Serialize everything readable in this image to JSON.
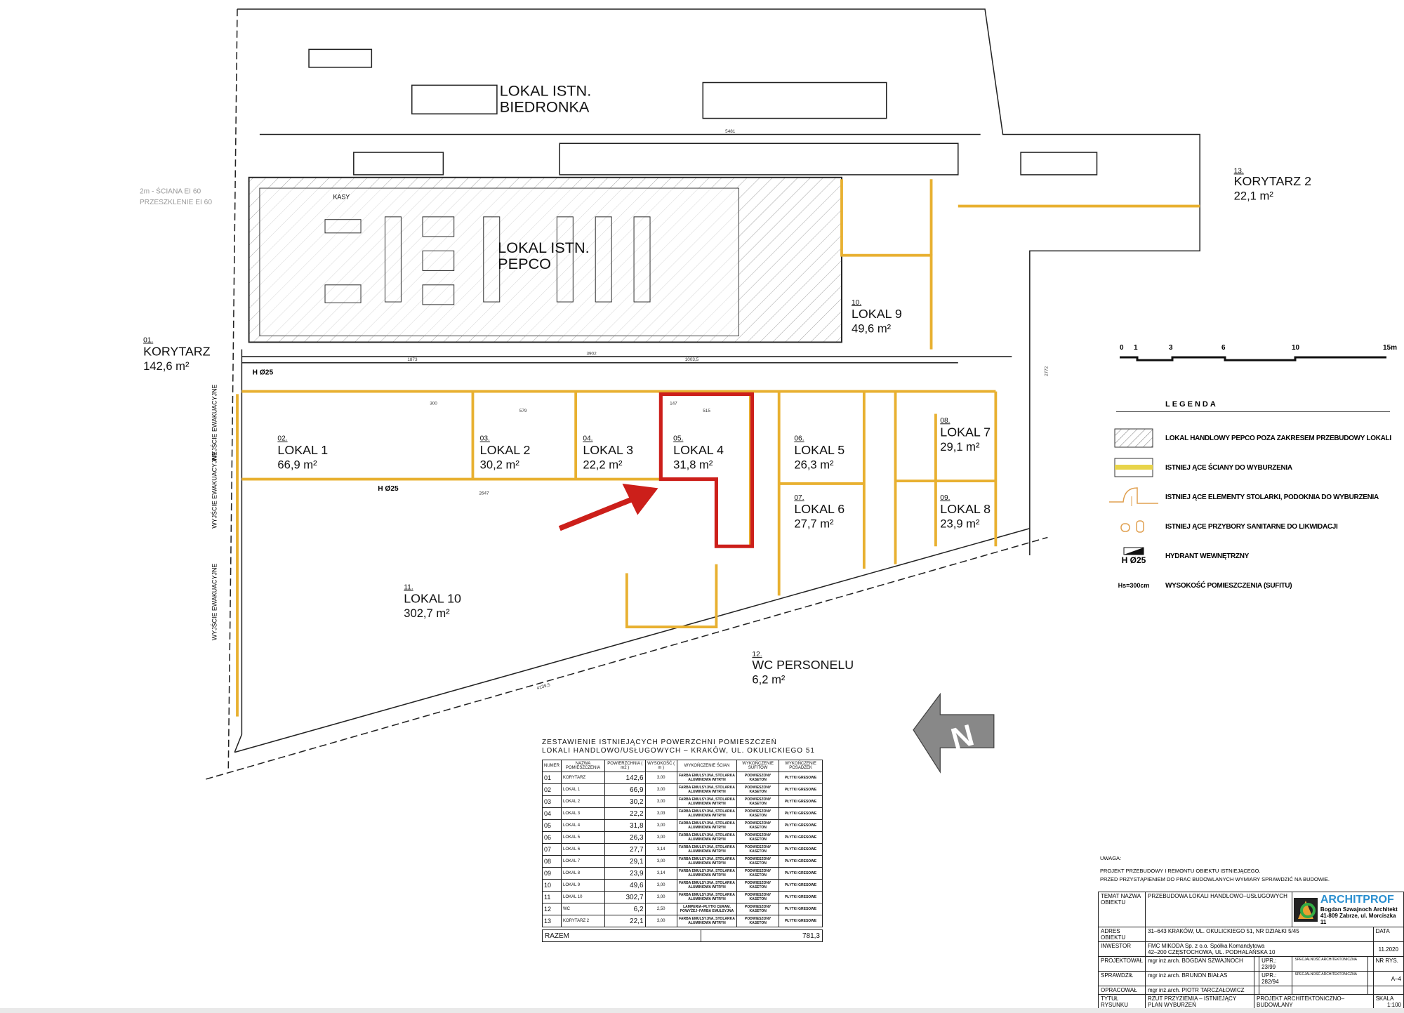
{
  "plan": {
    "biedronka": [
      "LOKAL ISTN.",
      "BIEDRONKA"
    ],
    "pepco": [
      "LOKAL ISTN.",
      "PEPCO"
    ],
    "kasy": "KASY",
    "wall_note": [
      "2m - ŚCIANA EI 60",
      "PRZESZKLENIE EI 60"
    ],
    "exit_label": "WYJŚCIE EWAKUACYJNE",
    "hydrant": "H Ø25",
    "rooms": [
      {
        "no": "01.",
        "name": "KORYTARZ",
        "area": "142,6 m²"
      },
      {
        "no": "02.",
        "name": "LOKAL 1",
        "area": "66,9 m²"
      },
      {
        "no": "03.",
        "name": "LOKAL 2",
        "area": "30,2 m²"
      },
      {
        "no": "04.",
        "name": "LOKAL 3",
        "area": "22,2 m²"
      },
      {
        "no": "05.",
        "name": "LOKAL 4",
        "area": "31,8 m²"
      },
      {
        "no": "06.",
        "name": "LOKAL 5",
        "area": "26,3 m²"
      },
      {
        "no": "07.",
        "name": "LOKAL 6",
        "area": "27,7 m²"
      },
      {
        "no": "08.",
        "name": "LOKAL 7",
        "area": "29,1 m²"
      },
      {
        "no": "09.",
        "name": "LOKAL 8",
        "area": "23,9 m²"
      },
      {
        "no": "10.",
        "name": "LOKAL 9",
        "area": "49,6 m²"
      },
      {
        "no": "11.",
        "name": "LOKAL 10",
        "area": "302,7 m²"
      },
      {
        "no": "12.",
        "name": "WC PERSONELU",
        "area": "6,2 m²"
      },
      {
        "no": "13.",
        "name": "KORYTARZ 2",
        "area": "22,1 m²"
      }
    ],
    "dims": [
      "5481",
      "1873",
      "3902",
      "1003,5",
      "2647",
      "4139,5",
      "300",
      "579",
      "515",
      "147",
      "2772"
    ],
    "highlight_color": "#cc1f1a",
    "wall_color": "#e8b030"
  },
  "table": {
    "title": [
      "ZESTAWIENIE ISTNIEJĄCYCH POWERZCHNI POMIESZCZEŃ",
      "LOKALI HANDLOWO/USŁUGOWYCH – KRAKÓW, UL. OKULICKIEGO 51"
    ],
    "headers": [
      "NUMER",
      "NAZWA POMIESZCZENIA",
      "POWIERZCHNIA ( m2 )",
      "WYSOKOŚĆ ( m )",
      "WYKOŃCZENIE ŚCIAN",
      "WYKOŃCZENIE SUFITÓW",
      "WYKOŃCZENIE POSADZEK"
    ],
    "rows": [
      [
        "01",
        "KORYTARZ",
        "142,6",
        "3,00",
        "FARBA EMULSYJNA, STOLARKA ALUMINIOWA WITRYN",
        "PODWIESZONY KASETON",
        "PŁYTKI GRESOWE"
      ],
      [
        "02",
        "LOKAL 1",
        "66,9",
        "3,00",
        "FARBA EMULSYJNA, STOLARKA ALUMINIOWA WITRYN",
        "PODWIESZONY KASETON",
        "PŁYTKI GRESOWE"
      ],
      [
        "03",
        "LOKAL 2",
        "30,2",
        "3,00",
        "FARBA EMULSYJNA, STOLARKA ALUMINIOWA WITRYN",
        "PODWIESZONY KASETON",
        "PŁYTKI GRESOWE"
      ],
      [
        "04",
        "LOKAL 3",
        "22,2",
        "3,03",
        "FARBA EMULSYJNA, STOLARKA ALUMINIOWA WITRYN",
        "PODWIESZONY KASETON",
        "PŁYTKI GRESOWE"
      ],
      [
        "05",
        "LOKAL 4",
        "31,8",
        "3,00",
        "FARBA EMULSYJNA, STOLARKA ALUMINIOWA WITRYN",
        "PODWIESZONY KASETON",
        "PŁYTKI GRESOWE"
      ],
      [
        "06",
        "LOKAL 5",
        "26,3",
        "3,00",
        "FARBA EMULSYJNA, STOLARKA ALUMINIOWA WITRYN",
        "PODWIESZONY KASETON",
        "PŁYTKI GRESOWE"
      ],
      [
        "07",
        "LOKAL 6",
        "27,7",
        "3,14",
        "FARBA EMULSYJNA, STOLARKA ALUMINIOWA WITRYN",
        "PODWIESZONY KASETON",
        "PŁYTKI GRESOWE"
      ],
      [
        "08",
        "LOKAL 7",
        "29,1",
        "3,00",
        "FARBA EMULSYJNA, STOLARKA ALUMINIOWA WITRYN",
        "PODWIESZONY KASETON",
        "PŁYTKI GRESOWE"
      ],
      [
        "09",
        "LOKAL 8",
        "23,9",
        "3,14",
        "FARBA EMULSYJNA, STOLARKA ALUMINIOWA WITRYN",
        "PODWIESZONY KASETON",
        "PŁYTKI GRESOWE"
      ],
      [
        "10",
        "LOKAL 9",
        "49,6",
        "3,00",
        "FARBA EMULSYJNA, STOLARKA ALUMINIOWA WITRYN",
        "PODWIESZONY KASETON",
        "PŁYTKI GRESOWE"
      ],
      [
        "11",
        "LOKAL 10",
        "302,7",
        "3,00",
        "FARBA EMULSYJNA, STOLARKA ALUMINIOWA WITRYN",
        "PODWIESZONY KASETON",
        "PŁYTKI GRESOWE"
      ],
      [
        "12",
        "WC",
        "6,2",
        "2,50",
        "LAMPERIA–PŁYTKI CERAM. POWYŻEJ–FARBA EMULSYJNA",
        "PODWIESZONY KASETON",
        "PŁYTKI GRESOWE"
      ],
      [
        "13",
        "KORYTARZ 2",
        "22,1",
        "3,00",
        "FARBA EMULSYJNA, STOLARKA ALUMINIOWA WITRYN",
        "PODWIESZONY KASETON",
        "PŁYTKI GRESOWE"
      ]
    ],
    "total_label": "RAZEM",
    "total_value": "781,3"
  },
  "scale_bar": {
    "ticks": [
      "0",
      "1",
      "3",
      "6",
      "10",
      "15m"
    ]
  },
  "legend": {
    "title": "LEGENDA",
    "items": [
      {
        "icon": "hatch-icon",
        "text": "LOKAL HANDLOWY PEPCO POZA ZAKRESEM PRZEBUDOWY LOKALI"
      },
      {
        "icon": "wall-demolition-icon",
        "text": "ISTNIEJ ĄCE ŚCIANY DO WYBURZENIA"
      },
      {
        "icon": "door-demolition-icon",
        "text": "ISTNIEJ ĄCE ELEMENTY STOLARKI, PODOKNIA DO WYBURZENIA"
      },
      {
        "icon": "sanitary-icon",
        "text": "ISTNIEJ ĄCE PRZYBORY SANITARNE DO LIKWIDACJI"
      },
      {
        "icon": "hydrant-icon",
        "symbol": "H Ø25",
        "text": "HYDRANT WEWNĘTRZNY"
      },
      {
        "icon": "height-icon",
        "symbol": "Hs=300cm",
        "text": "WYSOKOŚĆ POMIESZCZENIA (SUFITU)"
      }
    ]
  },
  "notes": {
    "title": "UWAGA:",
    "lines": [
      "PROJEKT PRZEBUDOWY I REMONTU OBIEKTU ISTNIEJĄCEGO.",
      "PRZED PRZYSTĄPIENIEM DO PRAC BUDOWLANYCH WYMIARY SPRAWDZIĆ NA BUDOWIE."
    ]
  },
  "title_block": {
    "temat_label": "TEMAT NAZWA OBIEKTU",
    "temat": "PRZEBUDOWA LOKALI HANDLOWO–USŁUGOWYCH",
    "logo_name": "ARCHITPROF",
    "logo_sub1": "Bogdan Szwajnoch Architekt",
    "logo_sub2": "41-809 Zabrze, ul. Morciszka 11",
    "adres_label": "ADRES OBIEKTU",
    "adres": "31–643 KRAKÓW, UL. OKULICKIEGO 51, NR DZIAŁKI 5/45",
    "data_label": "DATA",
    "data": "11.2020",
    "inwestor_label": "INWESTOR",
    "inwestor": "FMC MIKODA Sp. z o.o. Spółka Komandytowa",
    "inwestor2": "42–200 CZĘSTOCHOWA, UL. PODHALAŃSKA 10",
    "projektowal_label": "PROJEKTOWAŁ",
    "projektowal": "mgr inż.arch. BOGDAN SZWAJNOCH",
    "upr1": "UPR.: 23/99",
    "spec": "SPECJALNOŚĆ ARCHITEKTONICZNA",
    "nr_label": "NR RYS.",
    "nr": "A–4",
    "sprawdzil_label": "SPRAWDZIŁ",
    "sprawdzil": "mgr inż.arch. BRUNON BIAŁAS",
    "upr2": "UPR.: 282/94",
    "opracowal_label": "OPRACOWAŁ",
    "opracowal": "mgr inż.arch. PIOTR TARCZAŁOWICZ",
    "tytul_label": "TYTUŁ RYSUNKU",
    "tytul": "RZUT PRZYZIEMIA – ISTNIEJĄCY PLAN WYBURZEŃ",
    "projekt": "PROJEKT ARCHITEKTONICZNO–BUDOWLANY",
    "skala_label": "SKALA",
    "skala": "1:100"
  }
}
